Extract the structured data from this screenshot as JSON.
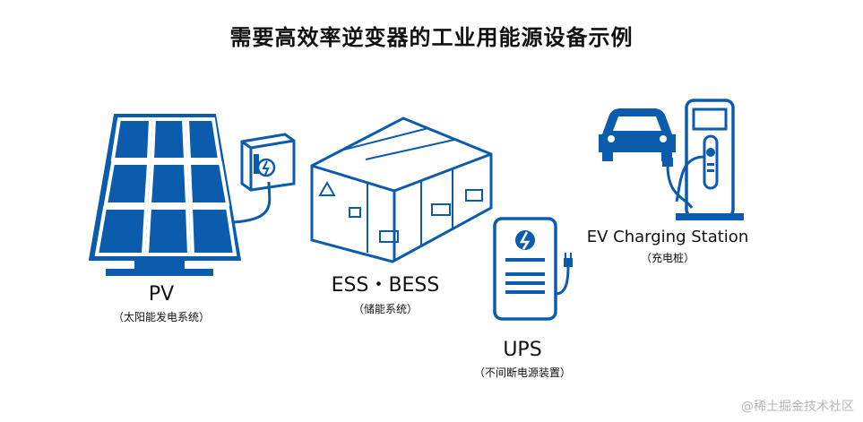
{
  "title": "需要高效率逆变器的工业用能源设备示例",
  "items": [
    {
      "name": "PV",
      "sub": "（太阳能发电系统）"
    },
    {
      "name": "ESS・BESS",
      "sub": "（储能系统）"
    },
    {
      "name": "UPS",
      "sub": "（不间断电源装置）"
    },
    {
      "name": "EV Charging Station",
      "sub": "（充电桩）"
    }
  ],
  "watermark": "@稀土掘金技术社区",
  "colors": {
    "primary": "#0b5cad",
    "white": "#ffffff"
  }
}
